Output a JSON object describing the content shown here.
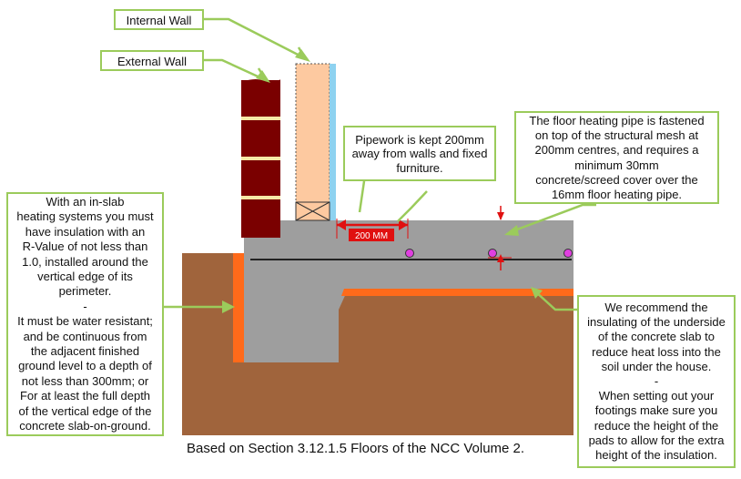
{
  "labels": {
    "internal_wall": "Internal Wall",
    "external_wall": "External Wall",
    "pipework_clearance": [
      "Pipework is kept 200mm",
      "away from walls and fixed",
      "furniture."
    ],
    "dimension": "200 MM",
    "floor_heating_pipe": [
      "The floor heating pipe is fastened",
      "on top of the structural mesh at",
      "200mm centres, and requires a",
      "minimum 30mm",
      "concrete/screed cover over the",
      "16mm floor heating pipe."
    ],
    "insulation_edge": [
      "With an in-slab",
      "heating systems you must",
      "have insulation with an",
      "R-Value of not less than",
      "1.0, installed around the",
      "vertical edge of its",
      "perimeter.",
      "-",
      "It must be water resistant;",
      "and be continuous from",
      "the adjacent finished",
      "ground level  to a depth of",
      "not less than 300mm; or",
      "For at least the full depth",
      "of the vertical edge of the",
      "concrete slab-on-ground."
    ],
    "insulation_underside": [
      "We recommend the",
      "insulating of the underside",
      "of the concrete slab to",
      "reduce heat loss into the",
      "soil under the house.",
      "-",
      "When setting out your",
      "footings make sure you",
      "reduce the height of the",
      "pads to allow for the extra",
      "height of the insulation."
    ]
  },
  "caption": "Based on Section 3.12.1.5 Floors of the NCC Volume 2.",
  "colors": {
    "callout_border": "#9bcb5b",
    "soil": "#a0643c",
    "concrete": "#9e9e9e",
    "insulation": "#ff6a1a",
    "brick": "#7a0000",
    "mortar": "#f5e9a6",
    "internal_wall": "#fdc9a0",
    "plasterboard": "#8ed2f0",
    "dimension_arrow": "#e01010",
    "heating_pipe": "#e040e0"
  }
}
